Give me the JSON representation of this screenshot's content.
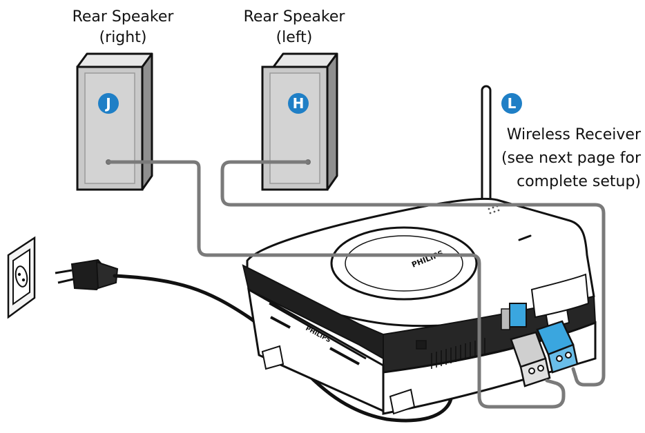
{
  "speakers": {
    "right": {
      "title": "Rear Speaker",
      "subtitle": "(right)",
      "badge": "J"
    },
    "left": {
      "title": "Rear Speaker",
      "subtitle": "(left)",
      "badge": "H"
    }
  },
  "receiver": {
    "badge": "L",
    "title": "Wireless Receiver",
    "note_line1": "(see next page for",
    "note_line2": "complete setup)",
    "brand": "PHILIPS"
  },
  "colors": {
    "badge_fill": "#1f7fc6",
    "cable": "#7a7a7a",
    "speaker_front": "#c9c9c9",
    "connector_blue": "#3aa6df"
  }
}
